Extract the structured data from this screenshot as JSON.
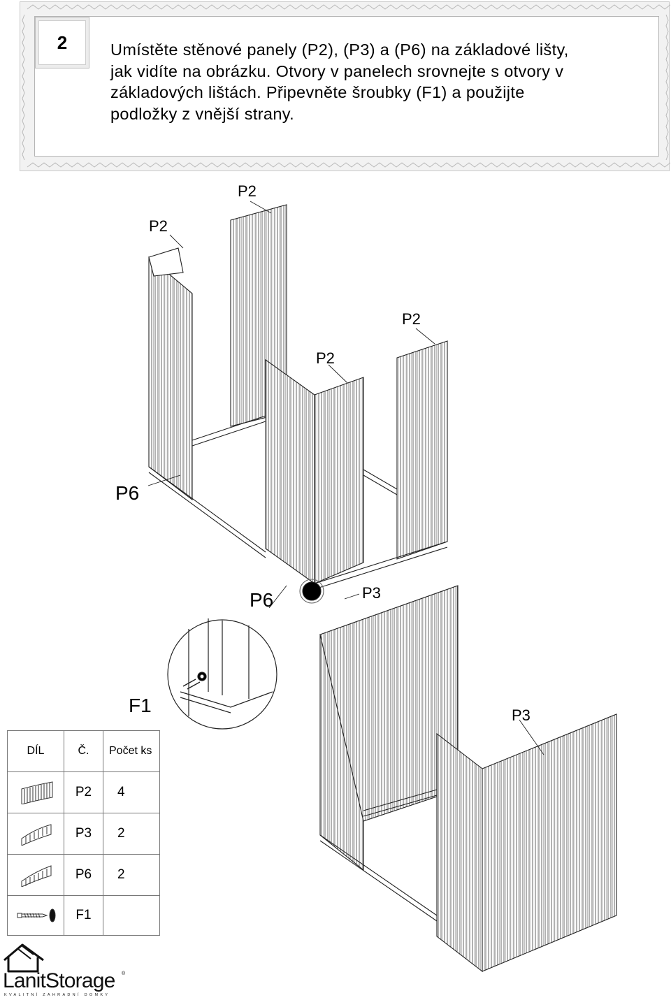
{
  "step": {
    "number": "2",
    "instruction": "Umístěte stěnové panely (P2), (P3) a (P6) na základové lišty,\njak vidíte na obrázku. Otvory v panelech srovnejte s otvory v\nzákladových lištách. Připevněte šroubky (F1) a použijte\npodložky z vnější strany."
  },
  "callouts": {
    "p2_a": "P2",
    "p2_b": "P2",
    "p2_c": "P2",
    "p2_d": "P2",
    "p6_a": "P6",
    "p6_b": "P6",
    "p3_a": "P3",
    "p3_b": "P3",
    "f1": "F1"
  },
  "parts_table": {
    "headers": {
      "part": "DÍL",
      "number": "Č.",
      "quantity": "Počet ks"
    },
    "rows": [
      {
        "icon": "panel-p2-icon",
        "number": "P2",
        "quantity": "4"
      },
      {
        "icon": "panel-p3-icon",
        "number": "P3",
        "quantity": "2"
      },
      {
        "icon": "panel-p6-icon",
        "number": "P6",
        "quantity": "2"
      },
      {
        "icon": "screw-washer-icon",
        "number": "F1",
        "quantity": ""
      }
    ]
  },
  "brand": {
    "name": "LanitStorage",
    "tagline": "KVALITNÍ ZAHRADNÍ DOMKY",
    "registered": "®"
  }
}
